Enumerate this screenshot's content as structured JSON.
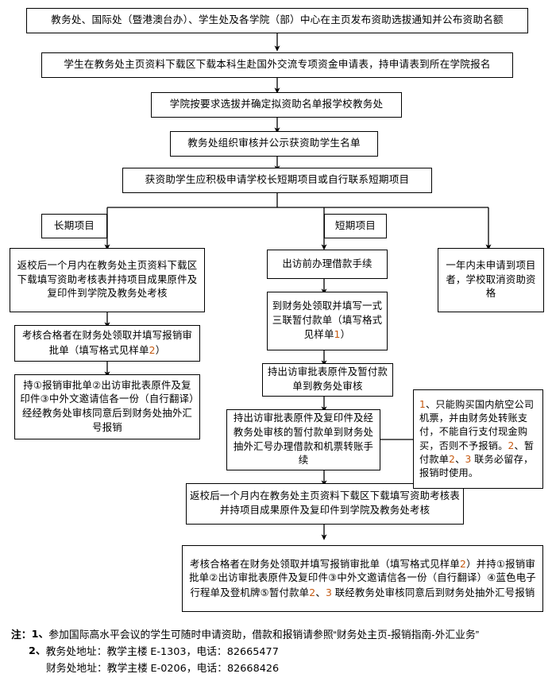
{
  "document": {
    "type": "flowchart",
    "title": "本科生赴国外交流专项资金资助流程图",
    "language": "zh-CN"
  },
  "flow": {
    "nodes": [
      {
        "id": "n1",
        "label": "教务处、国际处（暨港澳台办）、学生处及各学院（部）中心在主页发布资助选拔通知并公布资助名额"
      },
      {
        "id": "n2",
        "label": "学生在教务处主页资料下载区下载本科生赴国外交流专项资金申请表，持申请表到所在学院报名"
      },
      {
        "id": "n3",
        "label": "学院按要求选拔并确定拟资助名单报学校教务处"
      },
      {
        "id": "n4",
        "label": "教务处组织审核并公示获资助学生名单"
      },
      {
        "id": "n5",
        "label": "获资助学生应积极申请学校长短期项目或自行联系短期项目"
      },
      {
        "id": "branch_long",
        "label": "长期项目"
      },
      {
        "id": "branch_short",
        "label": "短期项目"
      },
      {
        "id": "L1",
        "label": "返校后一个月内在教务处主页资料下载区下载填写资助考核表并持项目成果原件及复印件到学院及教务处考核"
      },
      {
        "id": "L2",
        "label_parts": [
          "考核合格者在财务处领取并填写报销审批单（填写格式见样单",
          "2",
          "）"
        ]
      },
      {
        "id": "L3",
        "label": "持①报销审批单②出访审批表原件及复印件③中外文邀请信各一份（自行翻译）经经教务处审核同意后到财务处抽外汇号报销"
      },
      {
        "id": "M1",
        "label": "出访前办理借款手续"
      },
      {
        "id": "M2",
        "label_parts": [
          "到财务处领取并填写一式三联暂付款单（填写格式见样单",
          "1",
          "）"
        ]
      },
      {
        "id": "M3",
        "label": "持出访审批表原件及暂付款单到教务处审核"
      },
      {
        "id": "M4",
        "label": "持出访审批表原件及复印件及经教务处审核的暂付款单到财务处抽外汇号办理借款和机票转账手续"
      },
      {
        "id": "M5",
        "label": "返校后一个月内在教务处主页资料下载区下载填写资助考核表并持项目成果原件及复印件到学院及教务处考核"
      },
      {
        "id": "M6",
        "label_parts": [
          "考核合格者在财务处领取并填写报销审批单（填写格式见样单",
          "2",
          "）并持①报销审批单②出访审批表原件及复印件③中外文邀请信各一份（自行翻译）④蓝色电子行程单及登机牌⑤暂付款单",
          "2",
          "、",
          "3",
          " 联经教务处审核同意后到财务处抽外汇号报销"
        ]
      },
      {
        "id": "R1",
        "label": "一年内未申请到项目者，学校取消资助资格"
      },
      {
        "id": "R2",
        "label_parts": [
          "1",
          "、只能购买国内航空公司机票，并由财务处转账支付，不能自行支付现金购买，否则不予报销。",
          "2",
          "、暂付款单",
          "2",
          "、",
          "3",
          " 联务必留存，报销时使用。"
        ]
      }
    ]
  },
  "notes": {
    "label": "注：",
    "items": [
      {
        "num": "1、",
        "text_parts": [
          "参加国际高水平会议的学生可随时申请资助，借款和报销请参照“财务处主页-报销指南-外汇业务”"
        ]
      },
      {
        "num": "2、",
        "text_parts": [
          "教务处地址：教学主楼 ",
          "E-1303",
          "，电话：",
          "82665477"
        ]
      },
      {
        "num": "",
        "text_parts": [
          "财务处地址：教学主楼 ",
          "E-0206",
          "，电话：",
          "82668426"
        ]
      }
    ]
  },
  "colors": {
    "line": "#000000",
    "box_border": "#000000",
    "background": "#ffffff",
    "accent_orange": "#c55a11"
  }
}
